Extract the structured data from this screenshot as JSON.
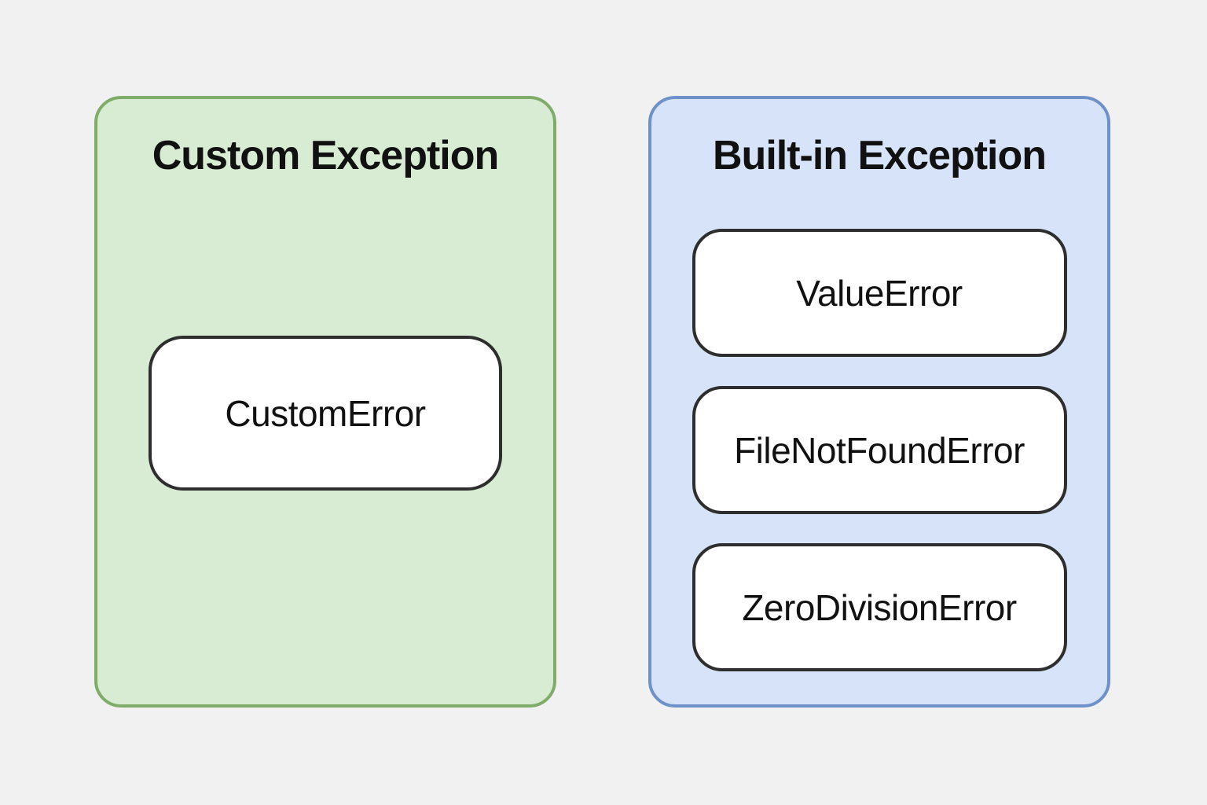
{
  "diagram": {
    "containers": [
      {
        "id": "custom-exception",
        "title": "Custom Exception",
        "items": [
          "CustomError"
        ]
      },
      {
        "id": "builtin-exception",
        "title": "Built-in Exception",
        "items": [
          "ValueError",
          "FileNotFoundError",
          "ZeroDivisionError"
        ]
      }
    ]
  },
  "colors": {
    "page_bg": "#f1f1f2",
    "green_fill": "#d8ecd3",
    "green_border": "#7fad69",
    "blue_fill": "#d6e3f8",
    "blue_border": "#6e91ca",
    "node_fill": "#ffffff",
    "node_border": "#2e2e2e",
    "text": "#111111"
  }
}
